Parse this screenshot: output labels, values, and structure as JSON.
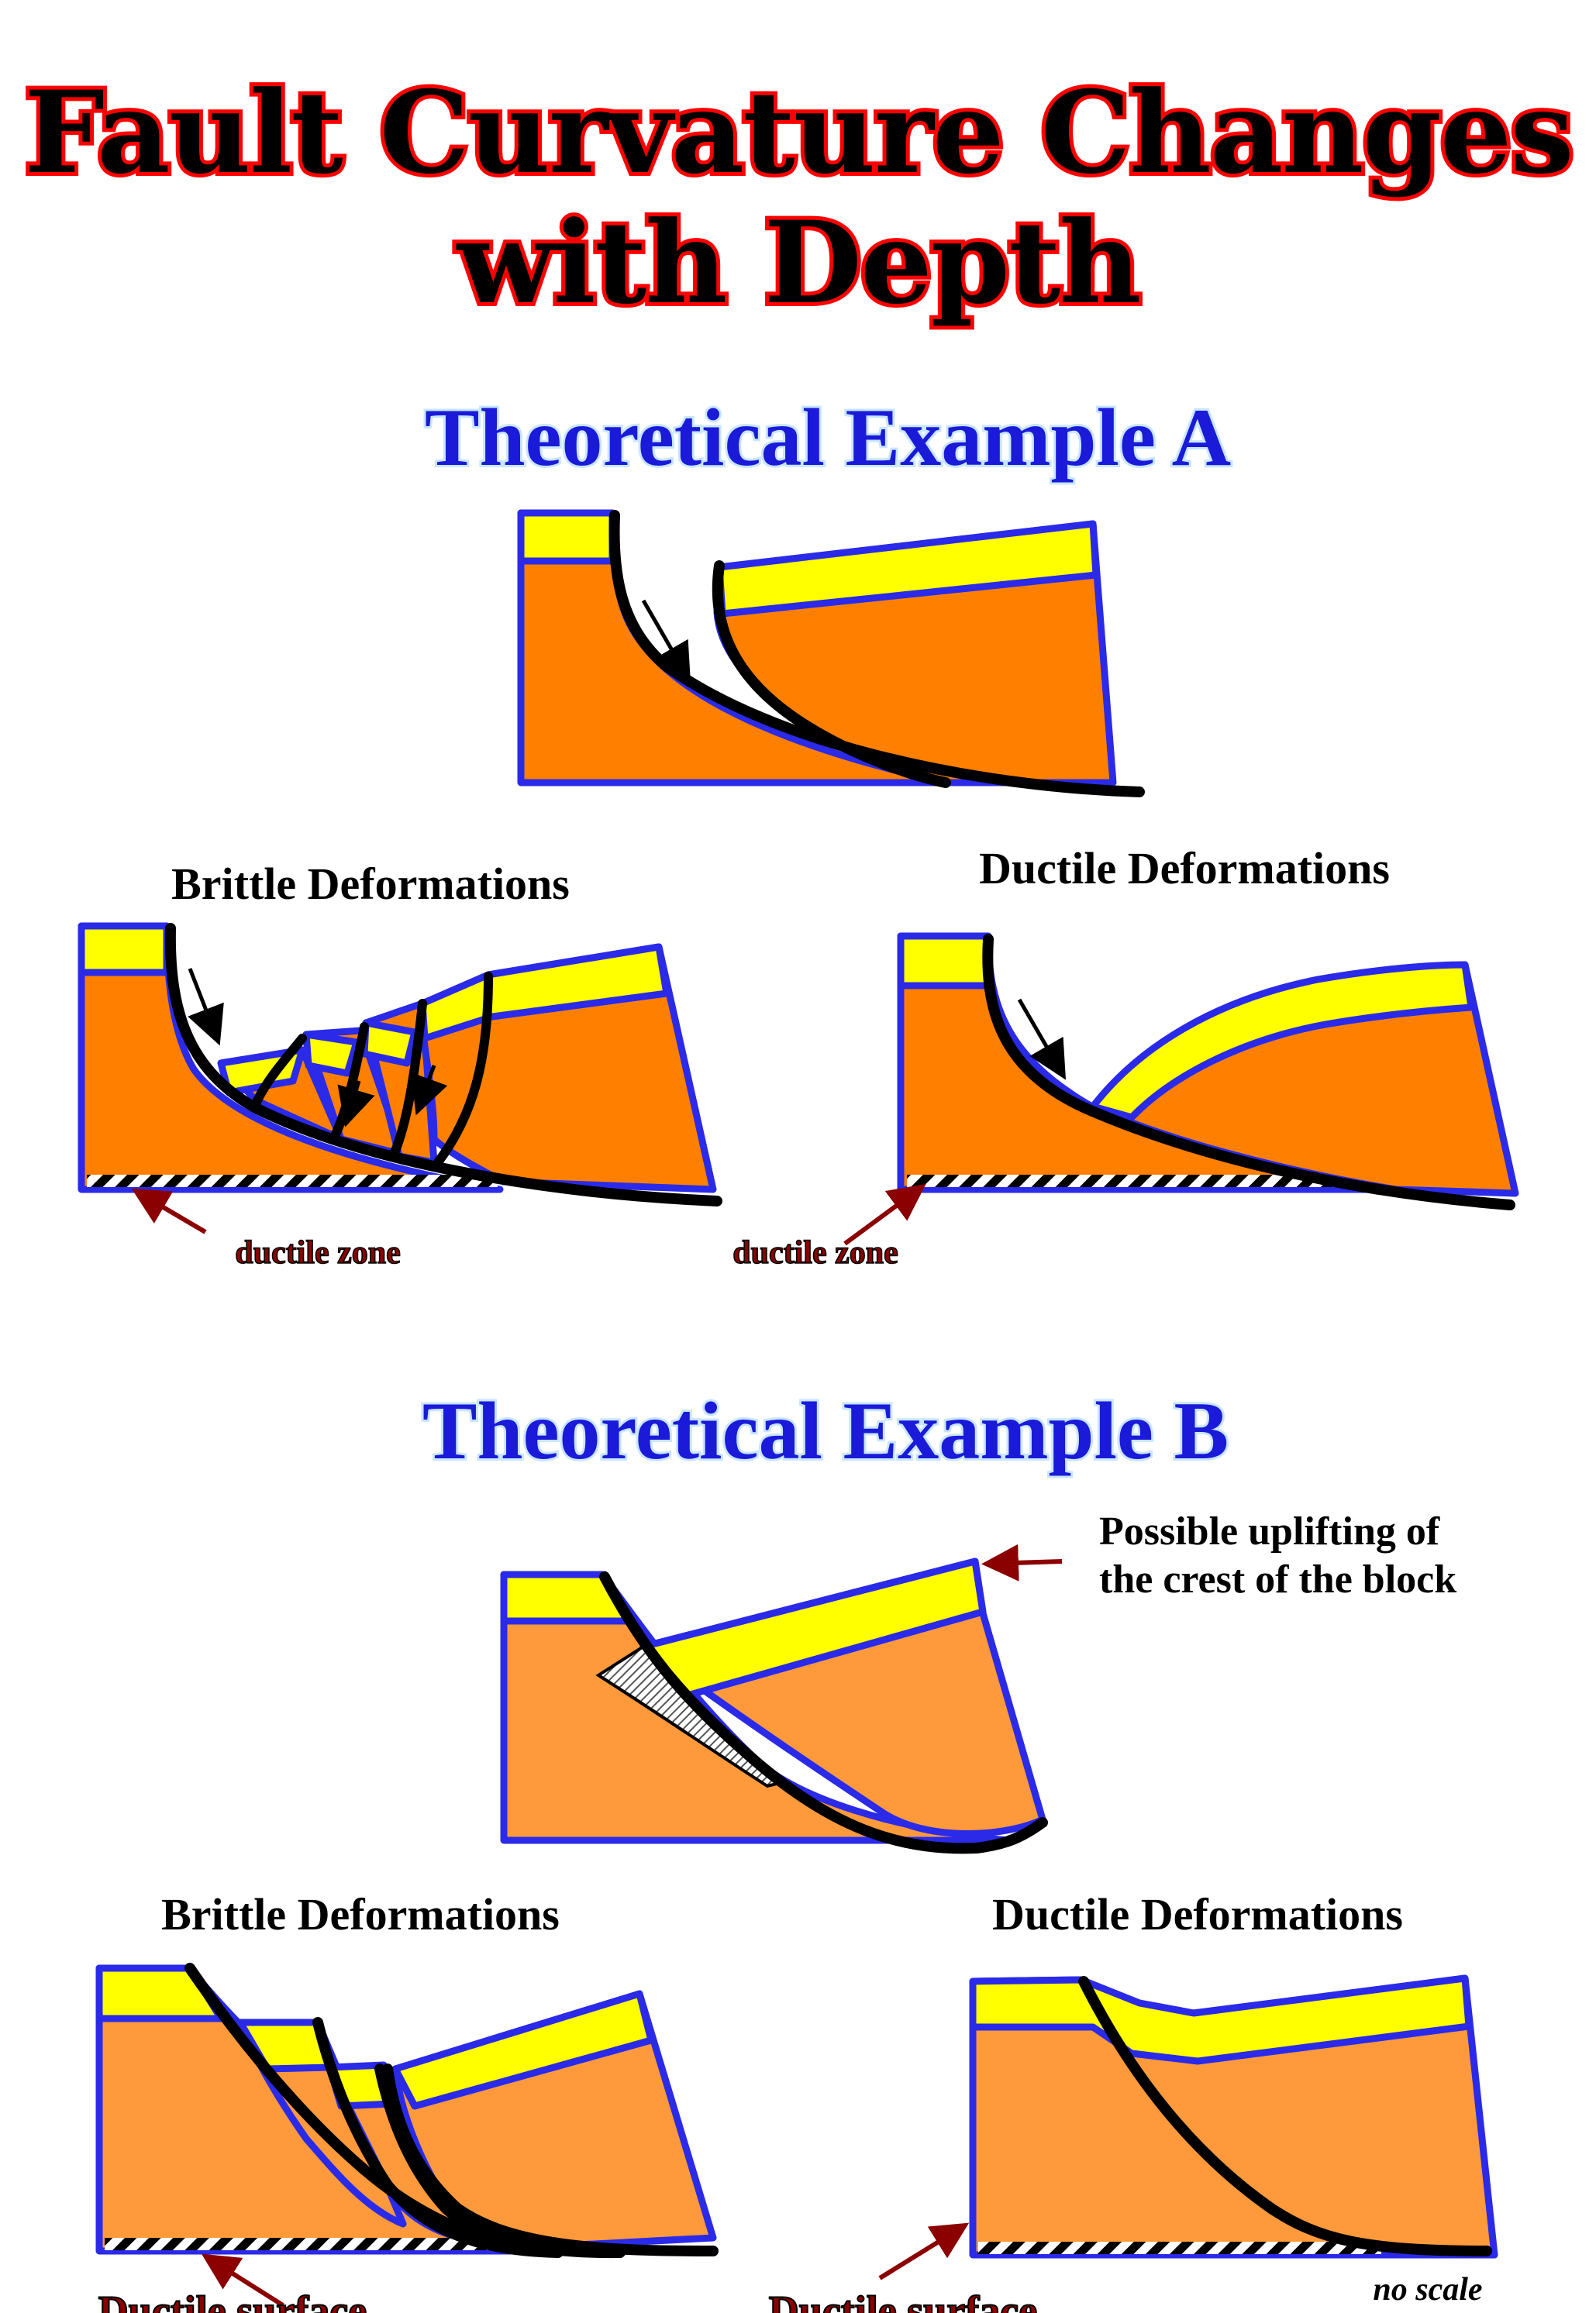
{
  "title": {
    "line1": "Fault Curvature Changes",
    "line2": "with Depth"
  },
  "example_a": {
    "heading": "Theoretical Example A",
    "brittle": {
      "label": "Brittle Deformations",
      "zone_label": "ductile zone"
    },
    "ductile": {
      "label": "Ductile Deformations",
      "zone_label": "ductile zone"
    }
  },
  "example_b": {
    "heading": "Theoretical Example B",
    "uplift_note": {
      "line1": "Possible uplifting of",
      "line2": "the crest of the block"
    },
    "brittle": {
      "label": "Brittle Deformations",
      "surface_label": "Ductile surface"
    },
    "ductile": {
      "label": "Ductile Deformations",
      "surface_label": "Ductile surface"
    },
    "scale_note": "no scale"
  },
  "colors": {
    "sediment_a": "#ff8000",
    "sediment_b": "#ff9a3c",
    "top_layer": "#ffff00",
    "outline": "#2a2ae8",
    "fault_line": "#000000",
    "title_outline": "#ff0000",
    "heading_text": "#1a1ad8",
    "zone_label": "#8b0000"
  }
}
